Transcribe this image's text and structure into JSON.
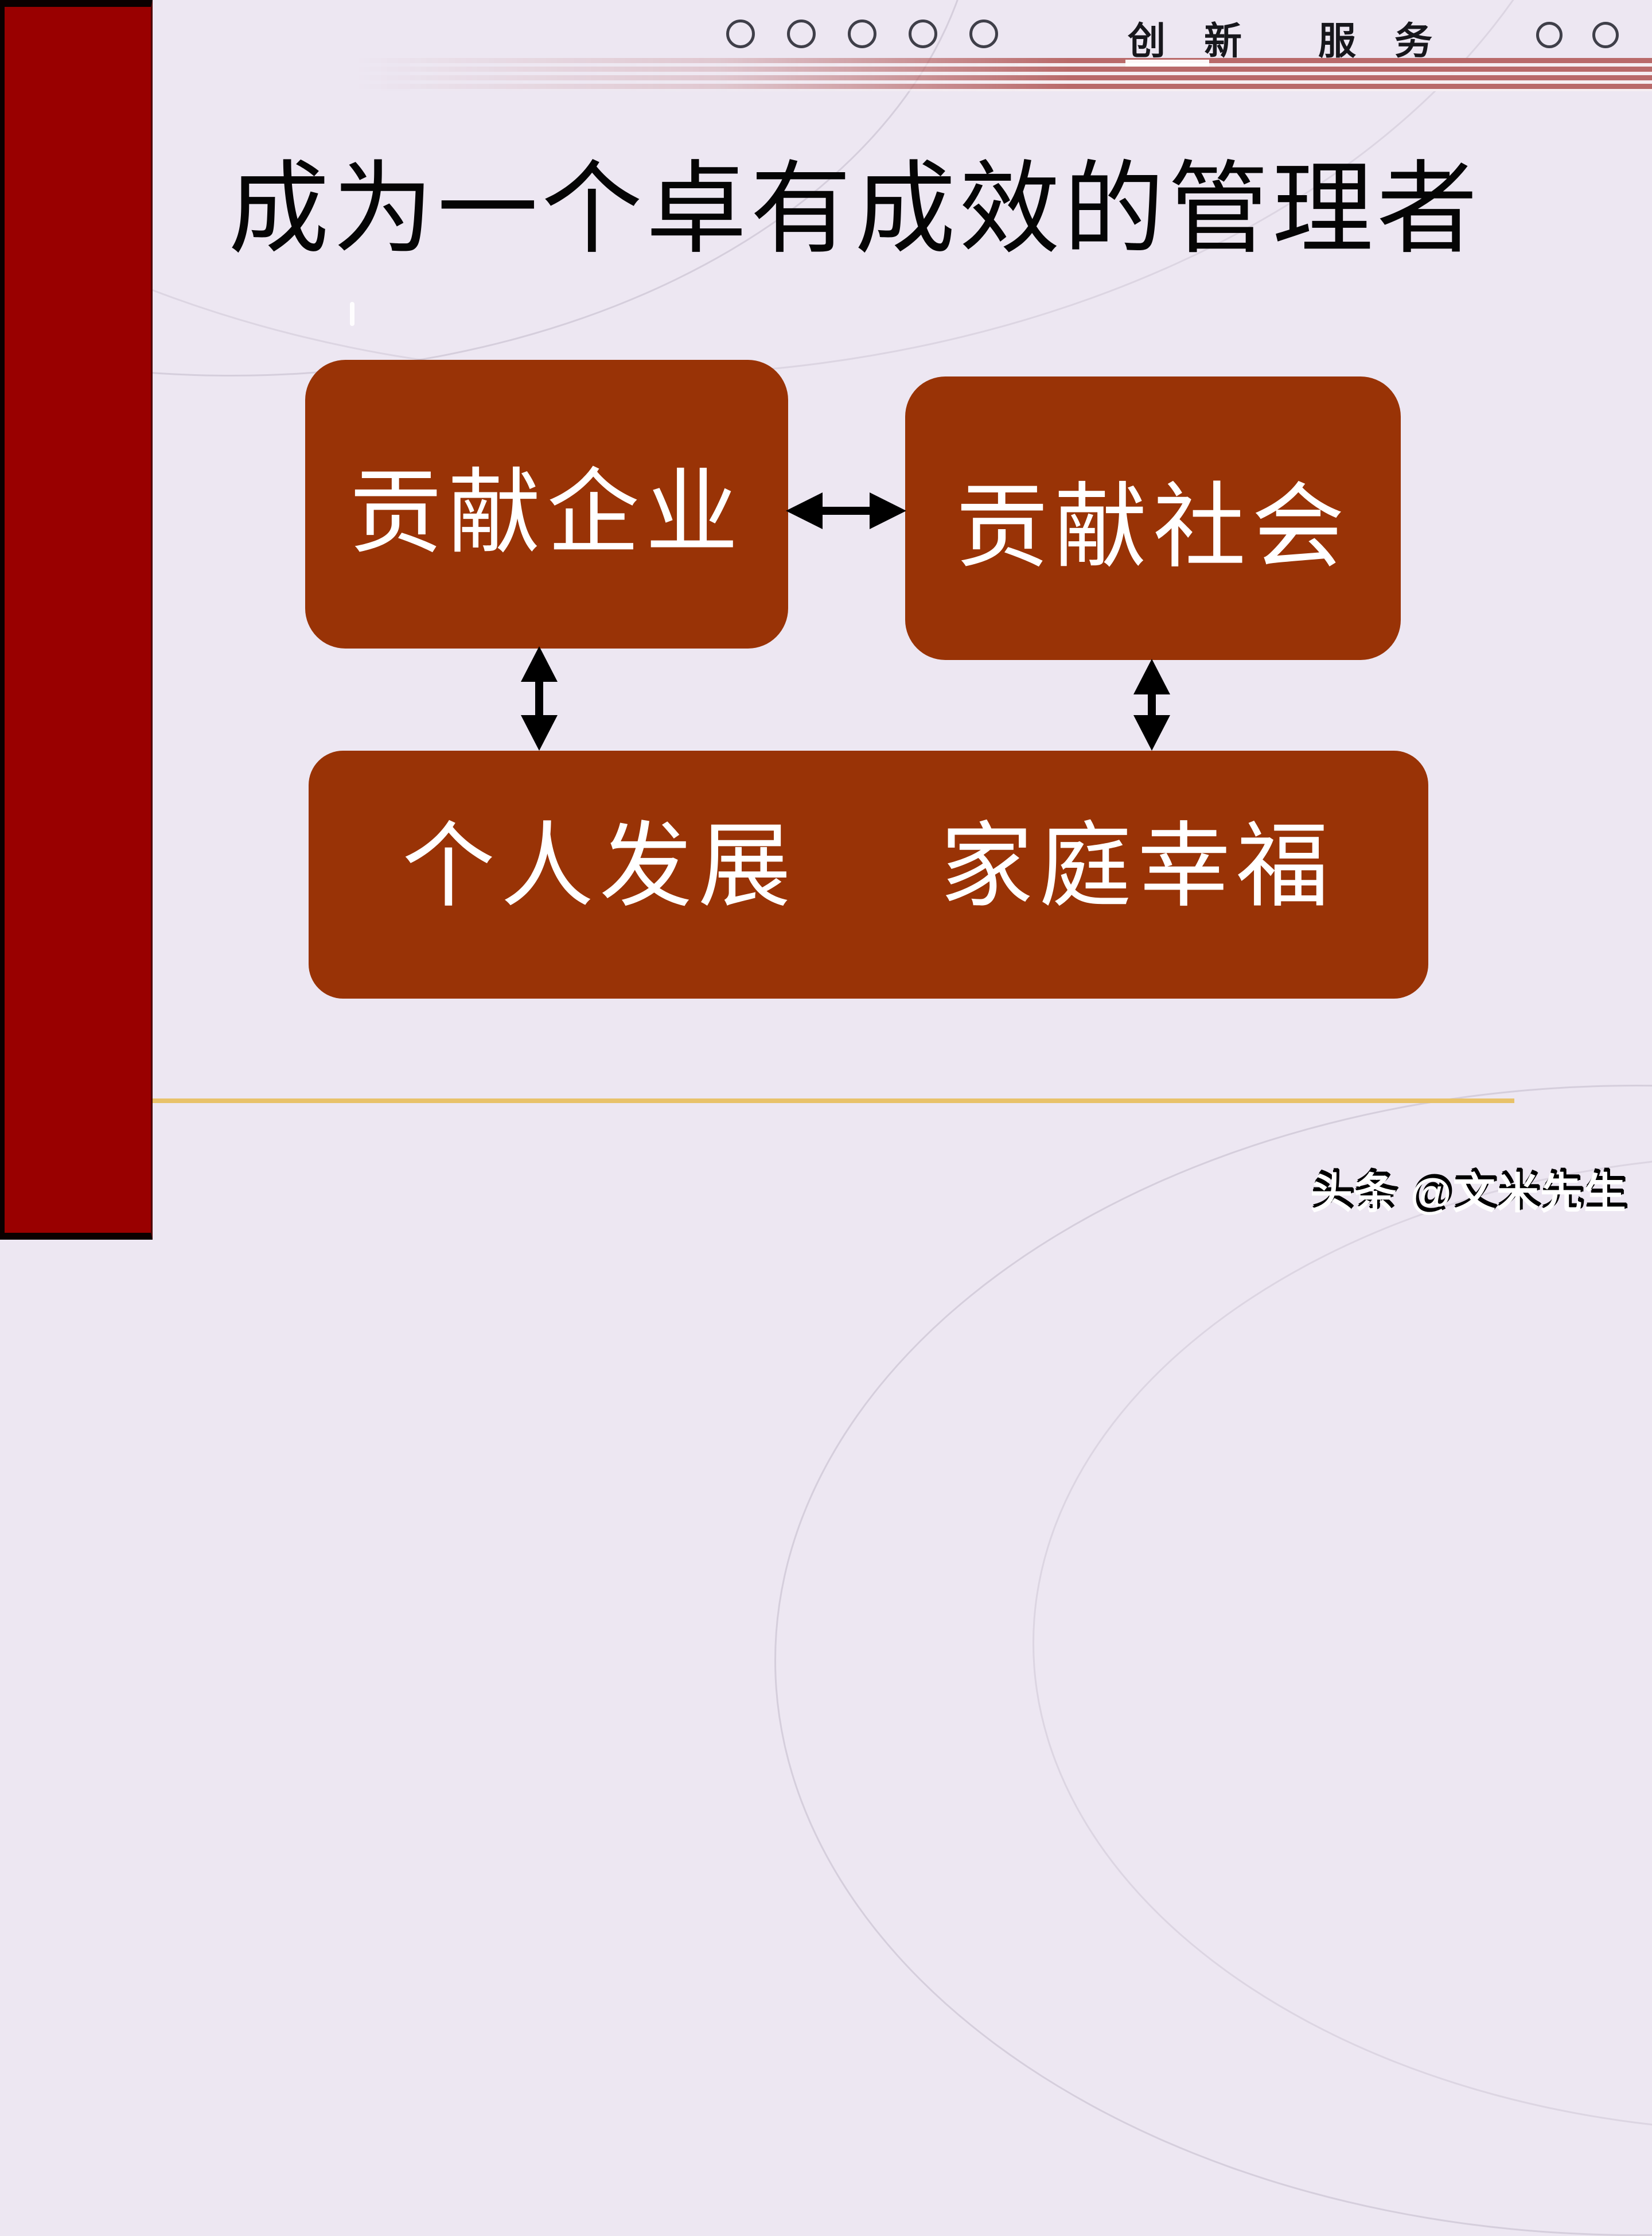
{
  "header": {
    "motto_left": "创 新",
    "motto_right": "服 务"
  },
  "title": "成为一个卓有成效的管理者",
  "diagram": {
    "box_enterprise": "贡献企业",
    "box_society": "贡献社会",
    "box_personal": "个人发展",
    "box_family": "家庭幸福"
  },
  "watermark": "头条 @文米先生",
  "colors": {
    "box": "#993306",
    "sidebar": "#990000",
    "background": "#EDE7F2",
    "gold": "#E8C26A",
    "stripe": "#B96A6A",
    "title_text": "#050505",
    "box_text": "#FFFFFF"
  }
}
